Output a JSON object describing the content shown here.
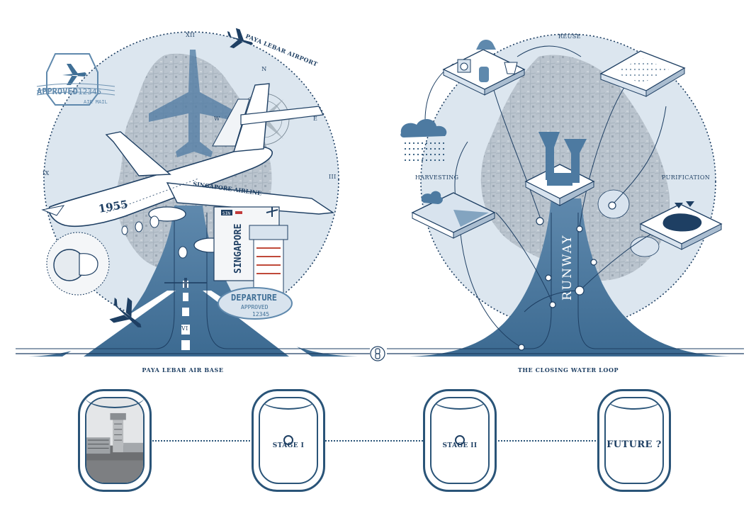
{
  "left_panel": {
    "caption": "PAYA LEBAR AIR BASE",
    "arc_label": "PAYA LEBAR AIRPORT",
    "clock": {
      "xii": "XII",
      "iii": "III",
      "vi": "VI",
      "ix": "IX"
    },
    "compass": {
      "n": "N",
      "e": "E",
      "w": "W"
    },
    "stamp": {
      "text": "APPROVED",
      "number": "12345",
      "sub": "AIR MAIL"
    },
    "plane_year": "1955",
    "plane_airline": "SINGAPORE AIRLINE",
    "ticket": {
      "code": "SIN",
      "city": "SINGAPORE"
    },
    "departure_stamp": {
      "title": "DEPARTURE",
      "sub": "APPROVED",
      "number": "12345"
    }
  },
  "right_panel": {
    "caption": "THE CLOSING WATER LOOP",
    "reuse": "REUSE",
    "harvesting": "HARVESTING",
    "purification": "PURIFICATION",
    "runway": "RUNWAY"
  },
  "timeline": {
    "stages": [
      {
        "label": ""
      },
      {
        "label": "STAGE I"
      },
      {
        "label": "STAGE II"
      },
      {
        "label": "FUTURE ?"
      }
    ]
  },
  "colors": {
    "navy": "#1e3f63",
    "mid_blue": "#3f6f96",
    "pale_blue": "#d8e3ee",
    "map_grey": "#aeb9c3"
  }
}
